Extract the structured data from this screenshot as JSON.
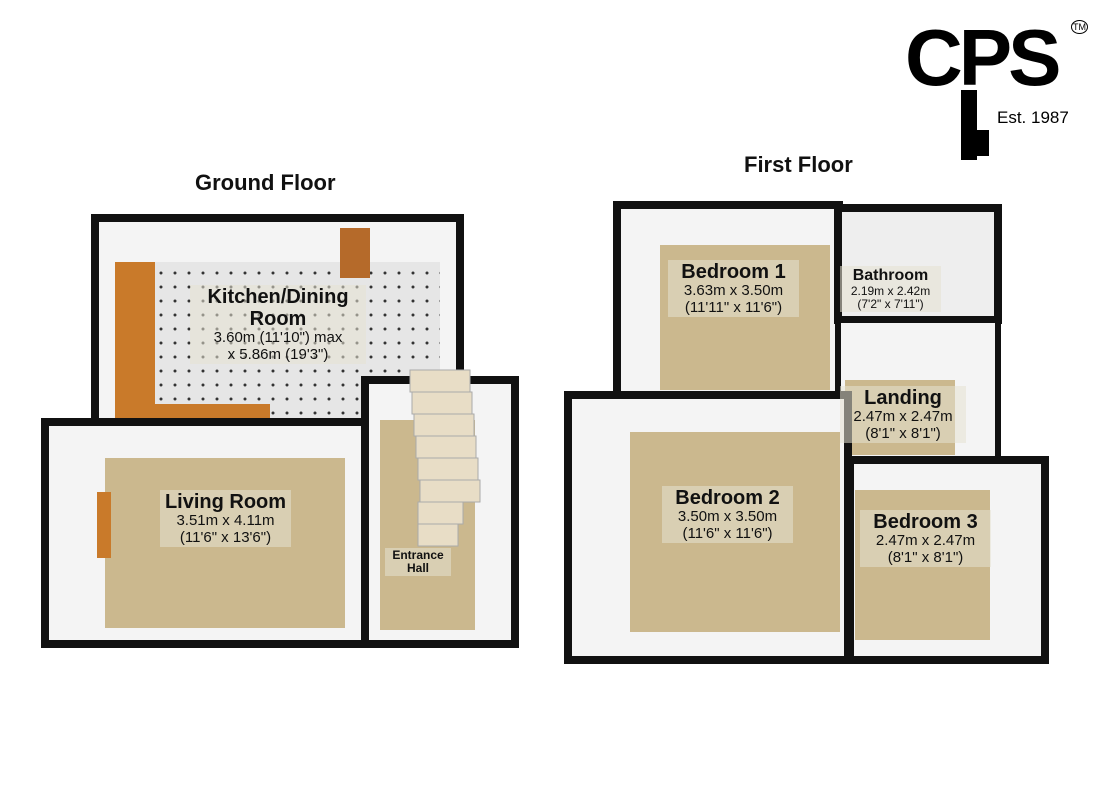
{
  "titles": {
    "ground": "Ground Floor",
    "first": "First Floor"
  },
  "logo": {
    "brand": "CPS",
    "tm": "TM",
    "est": "Est. 1987"
  },
  "rooms": {
    "kitchen": {
      "name": "Kitchen/Dining Room",
      "dim1": "3.60m (11'10\") max",
      "dim2": "x 5.86m (19'3\")"
    },
    "living": {
      "name": "Living Room",
      "dim1": "3.51m x 4.11m",
      "dim2": "(11'6\" x 13'6\")"
    },
    "hall": {
      "name": "Entrance Hall"
    },
    "bedroom1": {
      "name": "Bedroom 1",
      "dim1": "3.63m x 3.50m",
      "dim2": "(11'11\" x 11'6\")"
    },
    "bathroom": {
      "name": "Bathroom",
      "dim1": "2.19m x 2.42m",
      "dim2": "(7'2\" x 7'11\")"
    },
    "landing": {
      "name": "Landing",
      "dim1": "2.47m x 2.47m",
      "dim2": "(8'1\" x 8'1\")"
    },
    "bedroom2": {
      "name": "Bedroom 2",
      "dim1": "3.50m x 3.50m",
      "dim2": "(11'6\" x 11'6\")"
    },
    "bedroom3": {
      "name": "Bedroom 3",
      "dim1": "2.47m x 2.47m",
      "dim2": "(8'1\" x 8'1\")"
    }
  },
  "colors": {
    "wall": "#111111",
    "floor": "#cbb88e",
    "tile": "#e4e4e4",
    "innerwall": "#f4f4f4"
  }
}
